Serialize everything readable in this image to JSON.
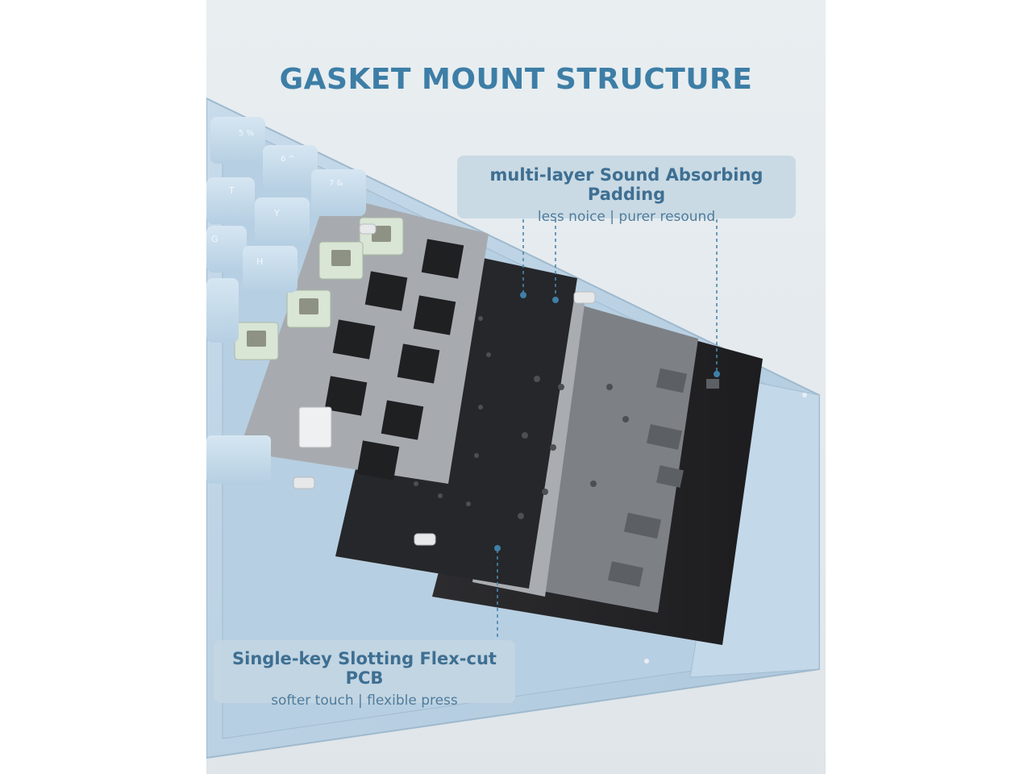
{
  "title": "GASKET MOUNT STRUCTURE",
  "callout_top": {
    "heading": "multi-layer Sound Absorbing Padding",
    "subtext": "less noice | purer resound"
  },
  "callout_bottom": {
    "heading": "Single-key Slotting Flex-cut PCB",
    "subtext": "softer touch | flexible press"
  },
  "keycaps": [
    "5 %",
    "6 ^",
    "7 &",
    "T",
    "Y",
    "G",
    "H"
  ],
  "colors": {
    "accent": "#3d7ea6",
    "case": "#bcd3e6",
    "keycap": "#c8dcec",
    "plate": "#9ea3a7",
    "foam": "#2a2a2c",
    "switch": "#d6e3d2"
  }
}
